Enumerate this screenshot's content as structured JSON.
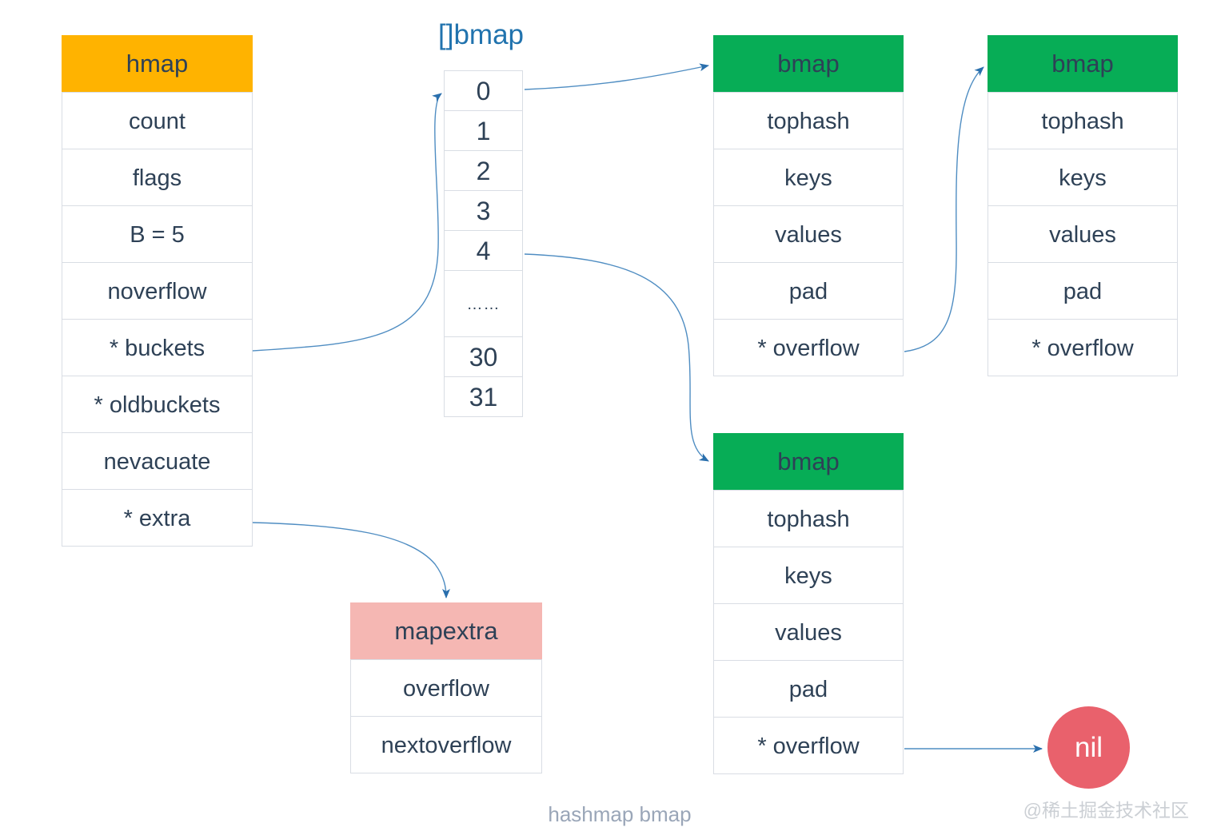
{
  "page": {
    "caption": "hashmap bmap",
    "watermark": "@稀土掘金技术社区"
  },
  "colors": {
    "hmap_header": "#FFB300",
    "bmap_header": "#07AD56",
    "mapextra_header": "#F5B7B3",
    "nil_circle": "#E9616C",
    "arrow": "#4F8DC2",
    "text": "#2E4156",
    "array_title": "#2173AE"
  },
  "hmap": {
    "title": "hmap",
    "rows": [
      "count",
      "flags",
      "B = 5",
      "noverflow",
      "* buckets",
      "* oldbuckets",
      "nevacuate",
      "* extra"
    ]
  },
  "bucket_array": {
    "title": "[]bmap",
    "cells": [
      "0",
      "1",
      "2",
      "3",
      "4",
      "……",
      "30",
      "31"
    ]
  },
  "bmap_top": {
    "title": "bmap",
    "rows": [
      "tophash",
      "keys",
      "values",
      "pad",
      "* overflow"
    ]
  },
  "bmap_right": {
    "title": "bmap",
    "rows": [
      "tophash",
      "keys",
      "values",
      "pad",
      "* overflow"
    ]
  },
  "bmap_bottom": {
    "title": "bmap",
    "rows": [
      "tophash",
      "keys",
      "values",
      "pad",
      "* overflow"
    ]
  },
  "mapextra": {
    "title": "mapextra",
    "rows": [
      "overflow",
      "nextoverflow"
    ]
  },
  "nil_node": {
    "label": "nil"
  }
}
